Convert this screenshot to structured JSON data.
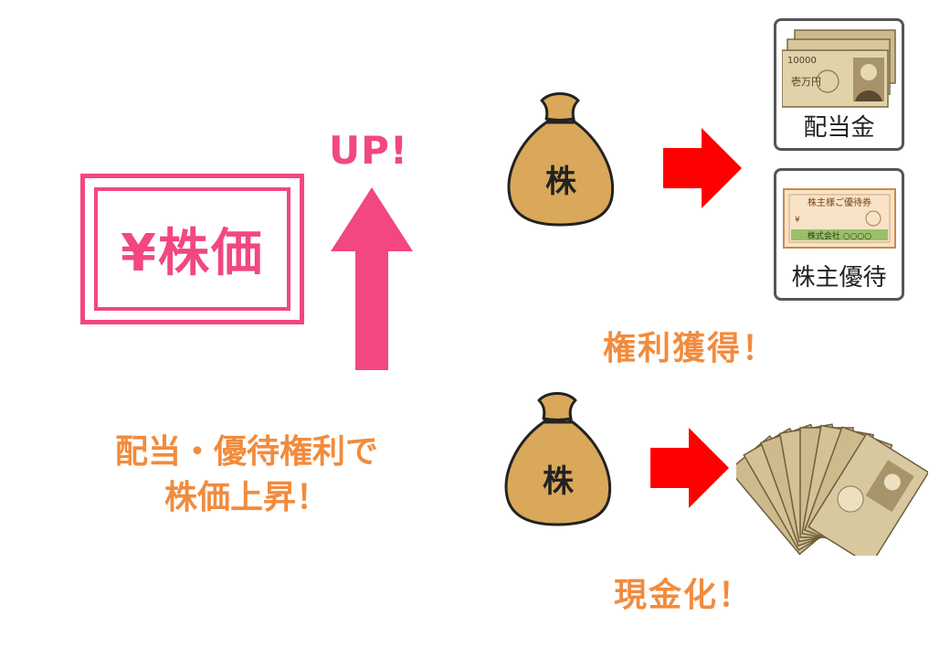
{
  "price_box": {
    "label": "¥株価"
  },
  "up_label": "UP!",
  "caption_left": {
    "line1": "配当・優待権利で",
    "line2": "株価上昇！"
  },
  "bag_label": "株",
  "cards": {
    "dividend": {
      "label": "配当金",
      "note_top": "10000",
      "note_text": "壱万円"
    },
    "benefit": {
      "label": "株主優待",
      "ticket_title": "株主様ご優待券",
      "ticket_company": "株式会社 ○○○○",
      "ticket_yen": "¥"
    }
  },
  "caption_rights": "権利獲得！",
  "caption_cash": "現金化！",
  "colors": {
    "pink": "#f2477f",
    "orange": "#f28b3c",
    "red_arrow": "#ff0000",
    "bag": "#d9a85a",
    "note": "#cdbb8e"
  }
}
